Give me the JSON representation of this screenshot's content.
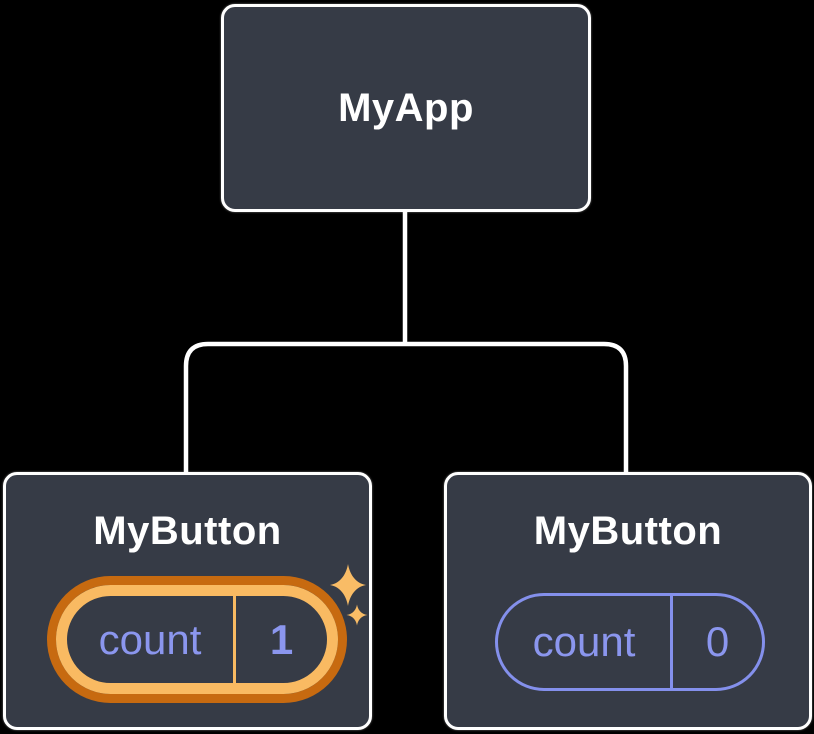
{
  "diagram": {
    "root": {
      "label": "MyApp"
    },
    "children": [
      {
        "label": "MyButton",
        "state": {
          "key": "count",
          "value": "1"
        },
        "highlighted": true
      },
      {
        "label": "MyButton",
        "state": {
          "key": "count",
          "value": "0"
        },
        "highlighted": false
      }
    ]
  },
  "icons": {
    "sparkles": "sparkles-icon"
  },
  "colors": {
    "background": "#000000",
    "node_fill": "#363b46",
    "node_border": "#ffffff",
    "connector": "#ffffff",
    "label_text": "#ffffff",
    "state_text": "#8b96ee",
    "state_pill_border": "#8490ec",
    "highlight_ring_outer": "#c76a10",
    "highlight_ring_inner": "#f9ba62",
    "sparkle": "#f9bc66"
  }
}
